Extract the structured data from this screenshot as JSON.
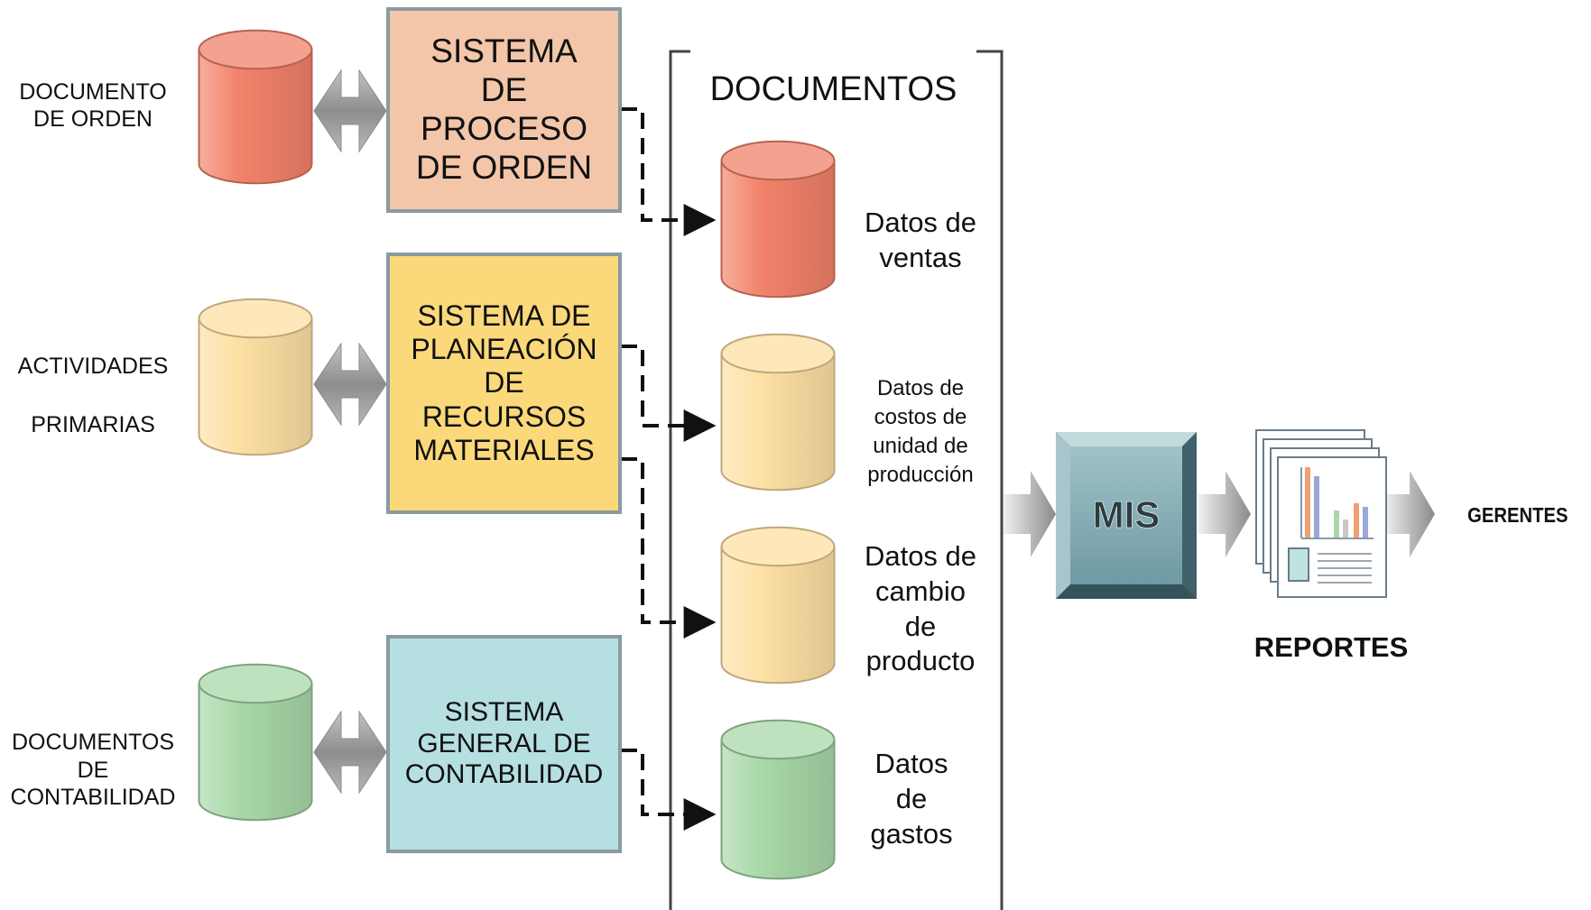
{
  "sources": [
    {
      "label": "DOCUMENTO\nDE ORDEN",
      "color": "#f2826a"
    },
    {
      "label": "ACTIVIDADES\n\nPRIMARIAS",
      "color": "#fde0a4"
    },
    {
      "label": "DOCUMENTOS\nDE\nCONTABILIDAD",
      "color": "#a8d8a8"
    }
  ],
  "systems": [
    {
      "label": "SISTEMA\nDE\nPROCESO\nDE ORDEN",
      "color": "#f3c6aa"
    },
    {
      "label": "SISTEMA DE\nPLANEACIÓN\nDE\nRECURSOS\nMATERIALES",
      "color": "#fbd97a"
    },
    {
      "label": "SISTEMA\nGENERAL DE\nCONTABILIDAD",
      "color": "#b6dfe2"
    }
  ],
  "documents": {
    "title": "DOCUMENTOS",
    "items": [
      {
        "label": "Datos de\nventas",
        "color": "#f2826a"
      },
      {
        "label": "Datos de\ncostos de\nunidad de\nproducción",
        "color": "#fde0a4"
      },
      {
        "label": "Datos de\ncambio\nde\nproducto",
        "color": "#fde0a4"
      },
      {
        "label": "Datos\nde\ngastos",
        "color": "#a8d8a8"
      }
    ]
  },
  "mis": {
    "label": "MIS"
  },
  "reports": {
    "label": "REPORTES"
  },
  "managers": {
    "label": "GERENTES"
  }
}
